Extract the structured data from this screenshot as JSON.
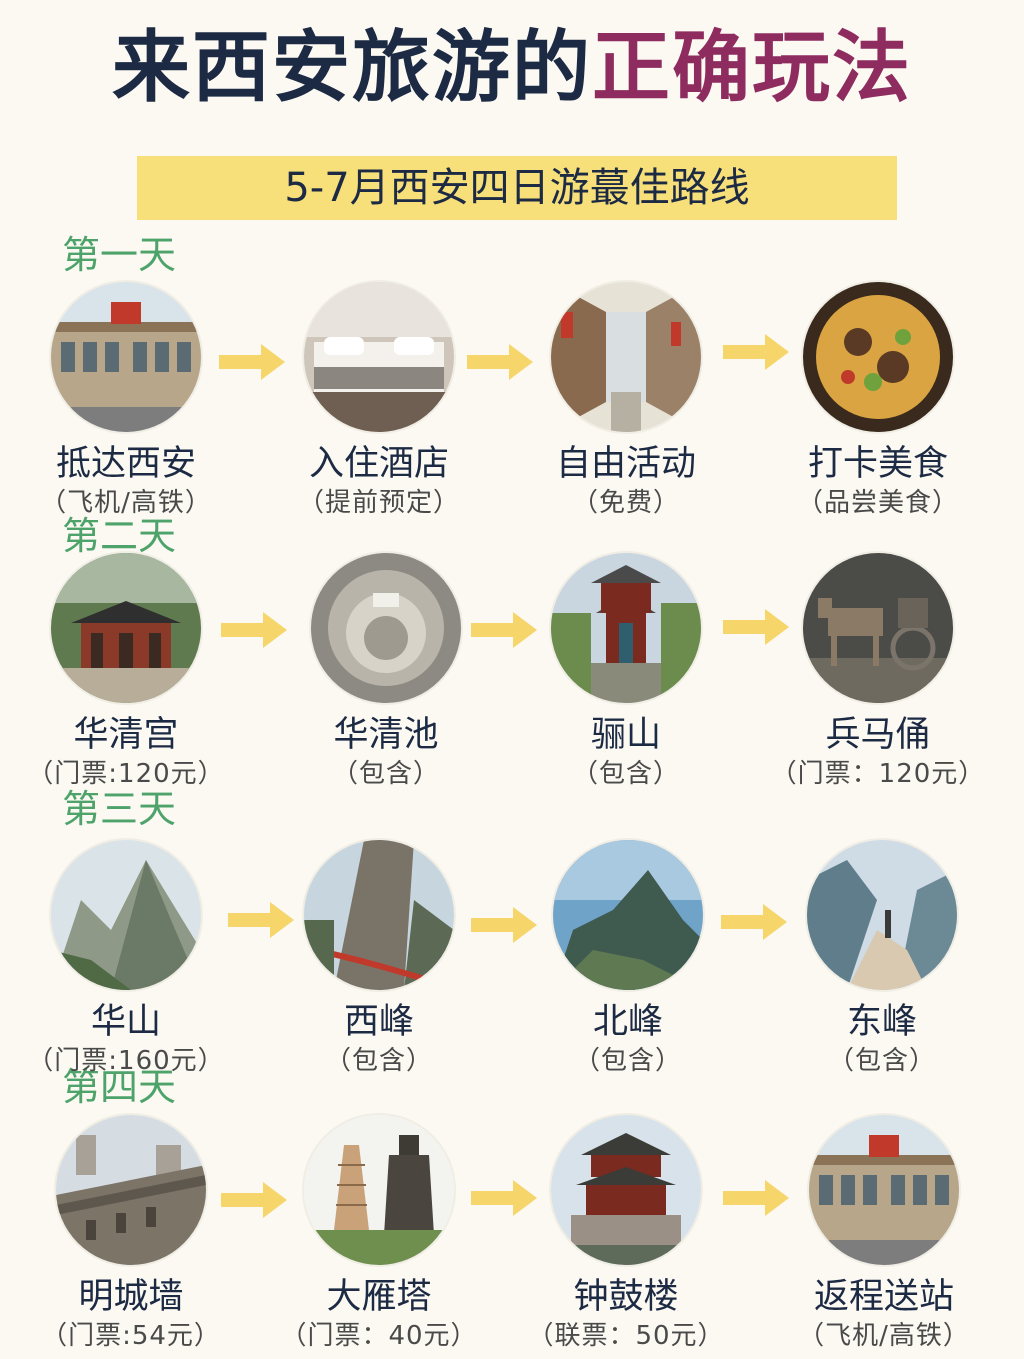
{
  "title": {
    "part1": "来西安旅游的",
    "part2": "正确玩法"
  },
  "subtitle": "5-7月西安四日游蕞佳路线",
  "colors": {
    "title_dark": "#1c2a44",
    "title_accent": "#8e2c5f",
    "banner": "#f7e07a",
    "day_label": "#4ea36b",
    "arrow": "#f6d56a"
  },
  "days": [
    {
      "label": "第一天",
      "stops": [
        {
          "name": "抵达西安",
          "note": "（飞机/高铁）",
          "image": "train-station-photo"
        },
        {
          "name": "入住酒店",
          "note": "（提前预定）",
          "image": "hotel-room-photo"
        },
        {
          "name": "自由活动",
          "note": "（免费）",
          "image": "old-street-photo"
        },
        {
          "name": "打卡美食",
          "note": "（品尝美食）",
          "image": "local-food-photo"
        }
      ]
    },
    {
      "label": "第二天",
      "stops": [
        {
          "name": "华清宫",
          "note": "（门票:120元）",
          "image": "palace-photo"
        },
        {
          "name": "华清池",
          "note": "（包含）",
          "image": "hot-spring-pool-photo"
        },
        {
          "name": "骊山",
          "note": "（包含）",
          "image": "pavilion-photo"
        },
        {
          "name": "兵马俑",
          "note": "（门票：120元）",
          "image": "terracotta-chariot-photo"
        }
      ]
    },
    {
      "label": "第三天",
      "stops": [
        {
          "name": "华山",
          "note": "（门票:160元）",
          "image": "mountain-photo"
        },
        {
          "name": "西峰",
          "note": "（包含）",
          "image": "west-peak-photo"
        },
        {
          "name": "北峰",
          "note": "（包含）",
          "image": "north-peak-photo"
        },
        {
          "name": "东峰",
          "note": "（包含）",
          "image": "east-peak-photo"
        }
      ]
    },
    {
      "label": "第四天",
      "stops": [
        {
          "name": "明城墙",
          "note": "（门票:54元）",
          "image": "city-wall-photo"
        },
        {
          "name": "大雁塔",
          "note": "（门票：40元）",
          "image": "pagoda-statue-photo"
        },
        {
          "name": "钟鼓楼",
          "note": "（联票：50元）",
          "image": "bell-tower-photo"
        },
        {
          "name": "返程送站",
          "note": "（飞机/高铁）",
          "image": "train-station-photo"
        }
      ]
    }
  ]
}
